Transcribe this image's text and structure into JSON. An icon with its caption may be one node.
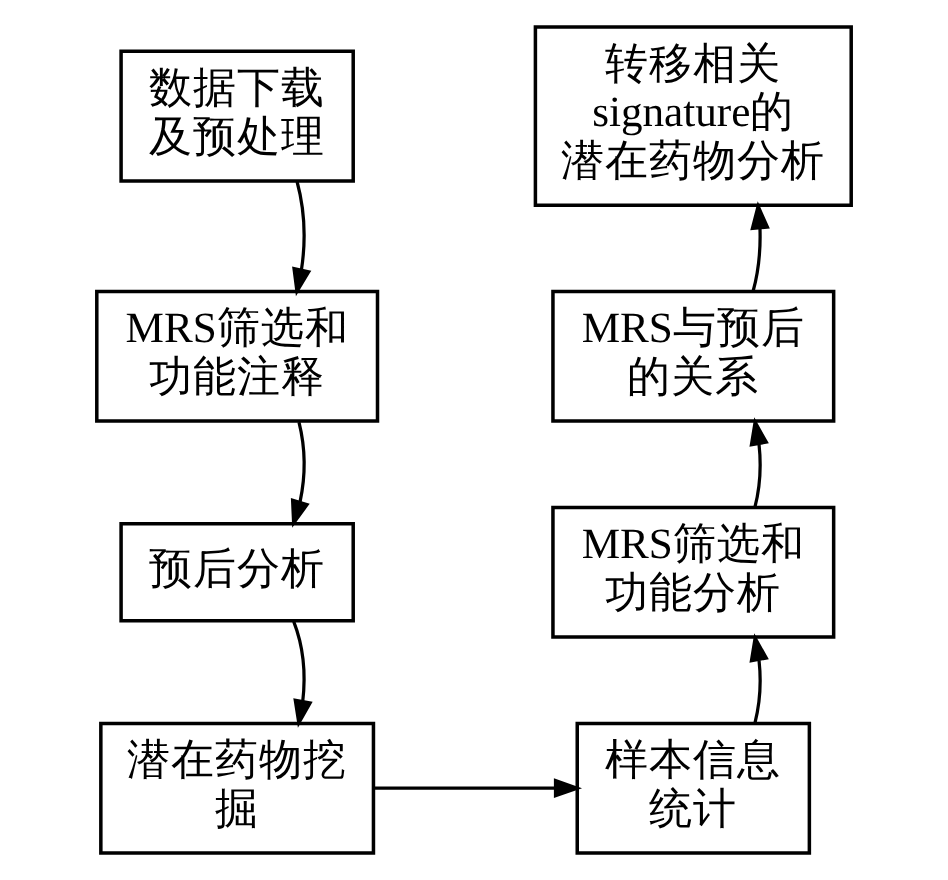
{
  "diagram": {
    "nodes": [
      {
        "text": [
          "数据下载及预处理"
        ]
      },
      {
        "text": [
          "MRS筛选和功能注释"
        ]
      },
      {
        "text": [
          "预后分析"
        ]
      },
      {
        "text": [
          "潜在药物挖掘"
        ]
      },
      {
        "text": [
          "样本信息统计"
        ]
      },
      {
        "text": [
          "MRS筛选和功能分析"
        ]
      },
      {
        "text": [
          "MRS与预后的关系"
        ]
      },
      {
        "text": [
          "转移相关signature的潜在药物分析"
        ]
      }
    ],
    "edges": [
      {
        "from": 0,
        "to": 1,
        "arrow": "to"
      },
      {
        "from": 1,
        "to": 2,
        "arrow": "to"
      },
      {
        "from": 2,
        "to": 3,
        "arrow": "to"
      },
      {
        "from": 3,
        "to": 4,
        "arrow": "to"
      },
      {
        "from": 4,
        "to": 5,
        "arrow": "to"
      },
      {
        "from": 5,
        "to": 6,
        "arrow": "to"
      },
      {
        "from": 6,
        "to": 7,
        "arrow": "to"
      }
    ]
  }
}
